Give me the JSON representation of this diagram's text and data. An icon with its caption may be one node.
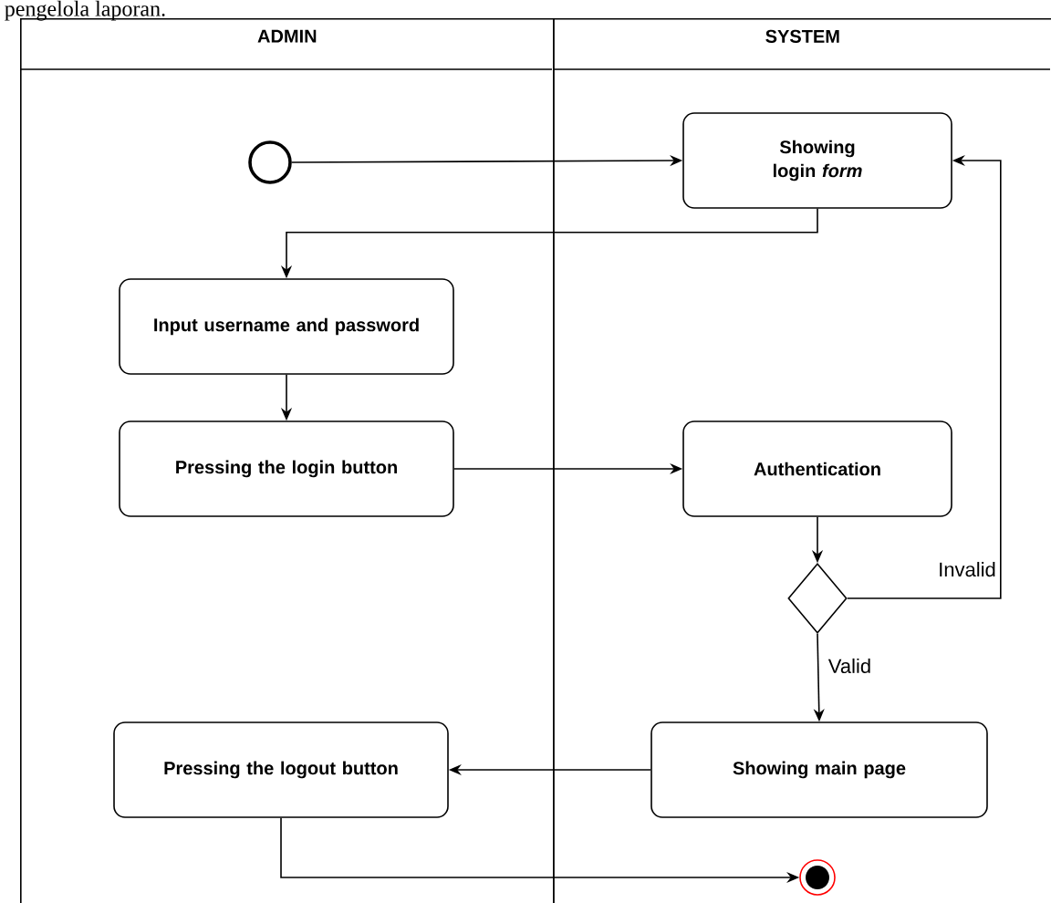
{
  "diagram": {
    "nodes": [
      {
        "text": [
          "ADMIN"
        ]
      },
      {
        "text": [
          "SYSTEM"
        ]
      },
      {
        "text": [],
        "shape": "circle",
        "in": 0
      },
      {
        "text": [
          "Showing login *form*"
        ],
        "in": 1
      },
      {
        "text": [
          "Input username and password"
        ],
        "in": 0
      },
      {
        "text": [
          "Pressing the login button"
        ],
        "in": 0
      },
      {
        "text": [
          "Authentication"
        ],
        "in": 1
      },
      {
        "text": [],
        "shape": "diamond",
        "in": 1
      },
      {
        "text": [
          "Showing main page"
        ],
        "in": 1
      },
      {
        "text": [
          "Pressing the logout button"
        ],
        "in": 0
      },
      {
        "text": [],
        "shape": "bullseye",
        "in": 1
      }
    ],
    "edges": [
      {
        "from": 2,
        "to": 3,
        "arrow": "to"
      },
      {
        "from": 3,
        "to": 4,
        "arrow": "to"
      },
      {
        "from": 4,
        "to": 5,
        "arrow": "to"
      },
      {
        "from": 5,
        "to": 6,
        "arrow": "to"
      },
      {
        "from": 6,
        "to": 7,
        "arrow": "to"
      },
      {
        "from": 7,
        "to": 3,
        "arrow": "to",
        "label": "Invalid"
      },
      {
        "from": 7,
        "to": 8,
        "arrow": "to",
        "label": "Valid"
      },
      {
        "from": 8,
        "to": 9,
        "arrow": "to"
      },
      {
        "from": 9,
        "to": 10,
        "arrow": "to"
      }
    ],
    "labels": [
      "pengelola laporan."
    ]
  }
}
